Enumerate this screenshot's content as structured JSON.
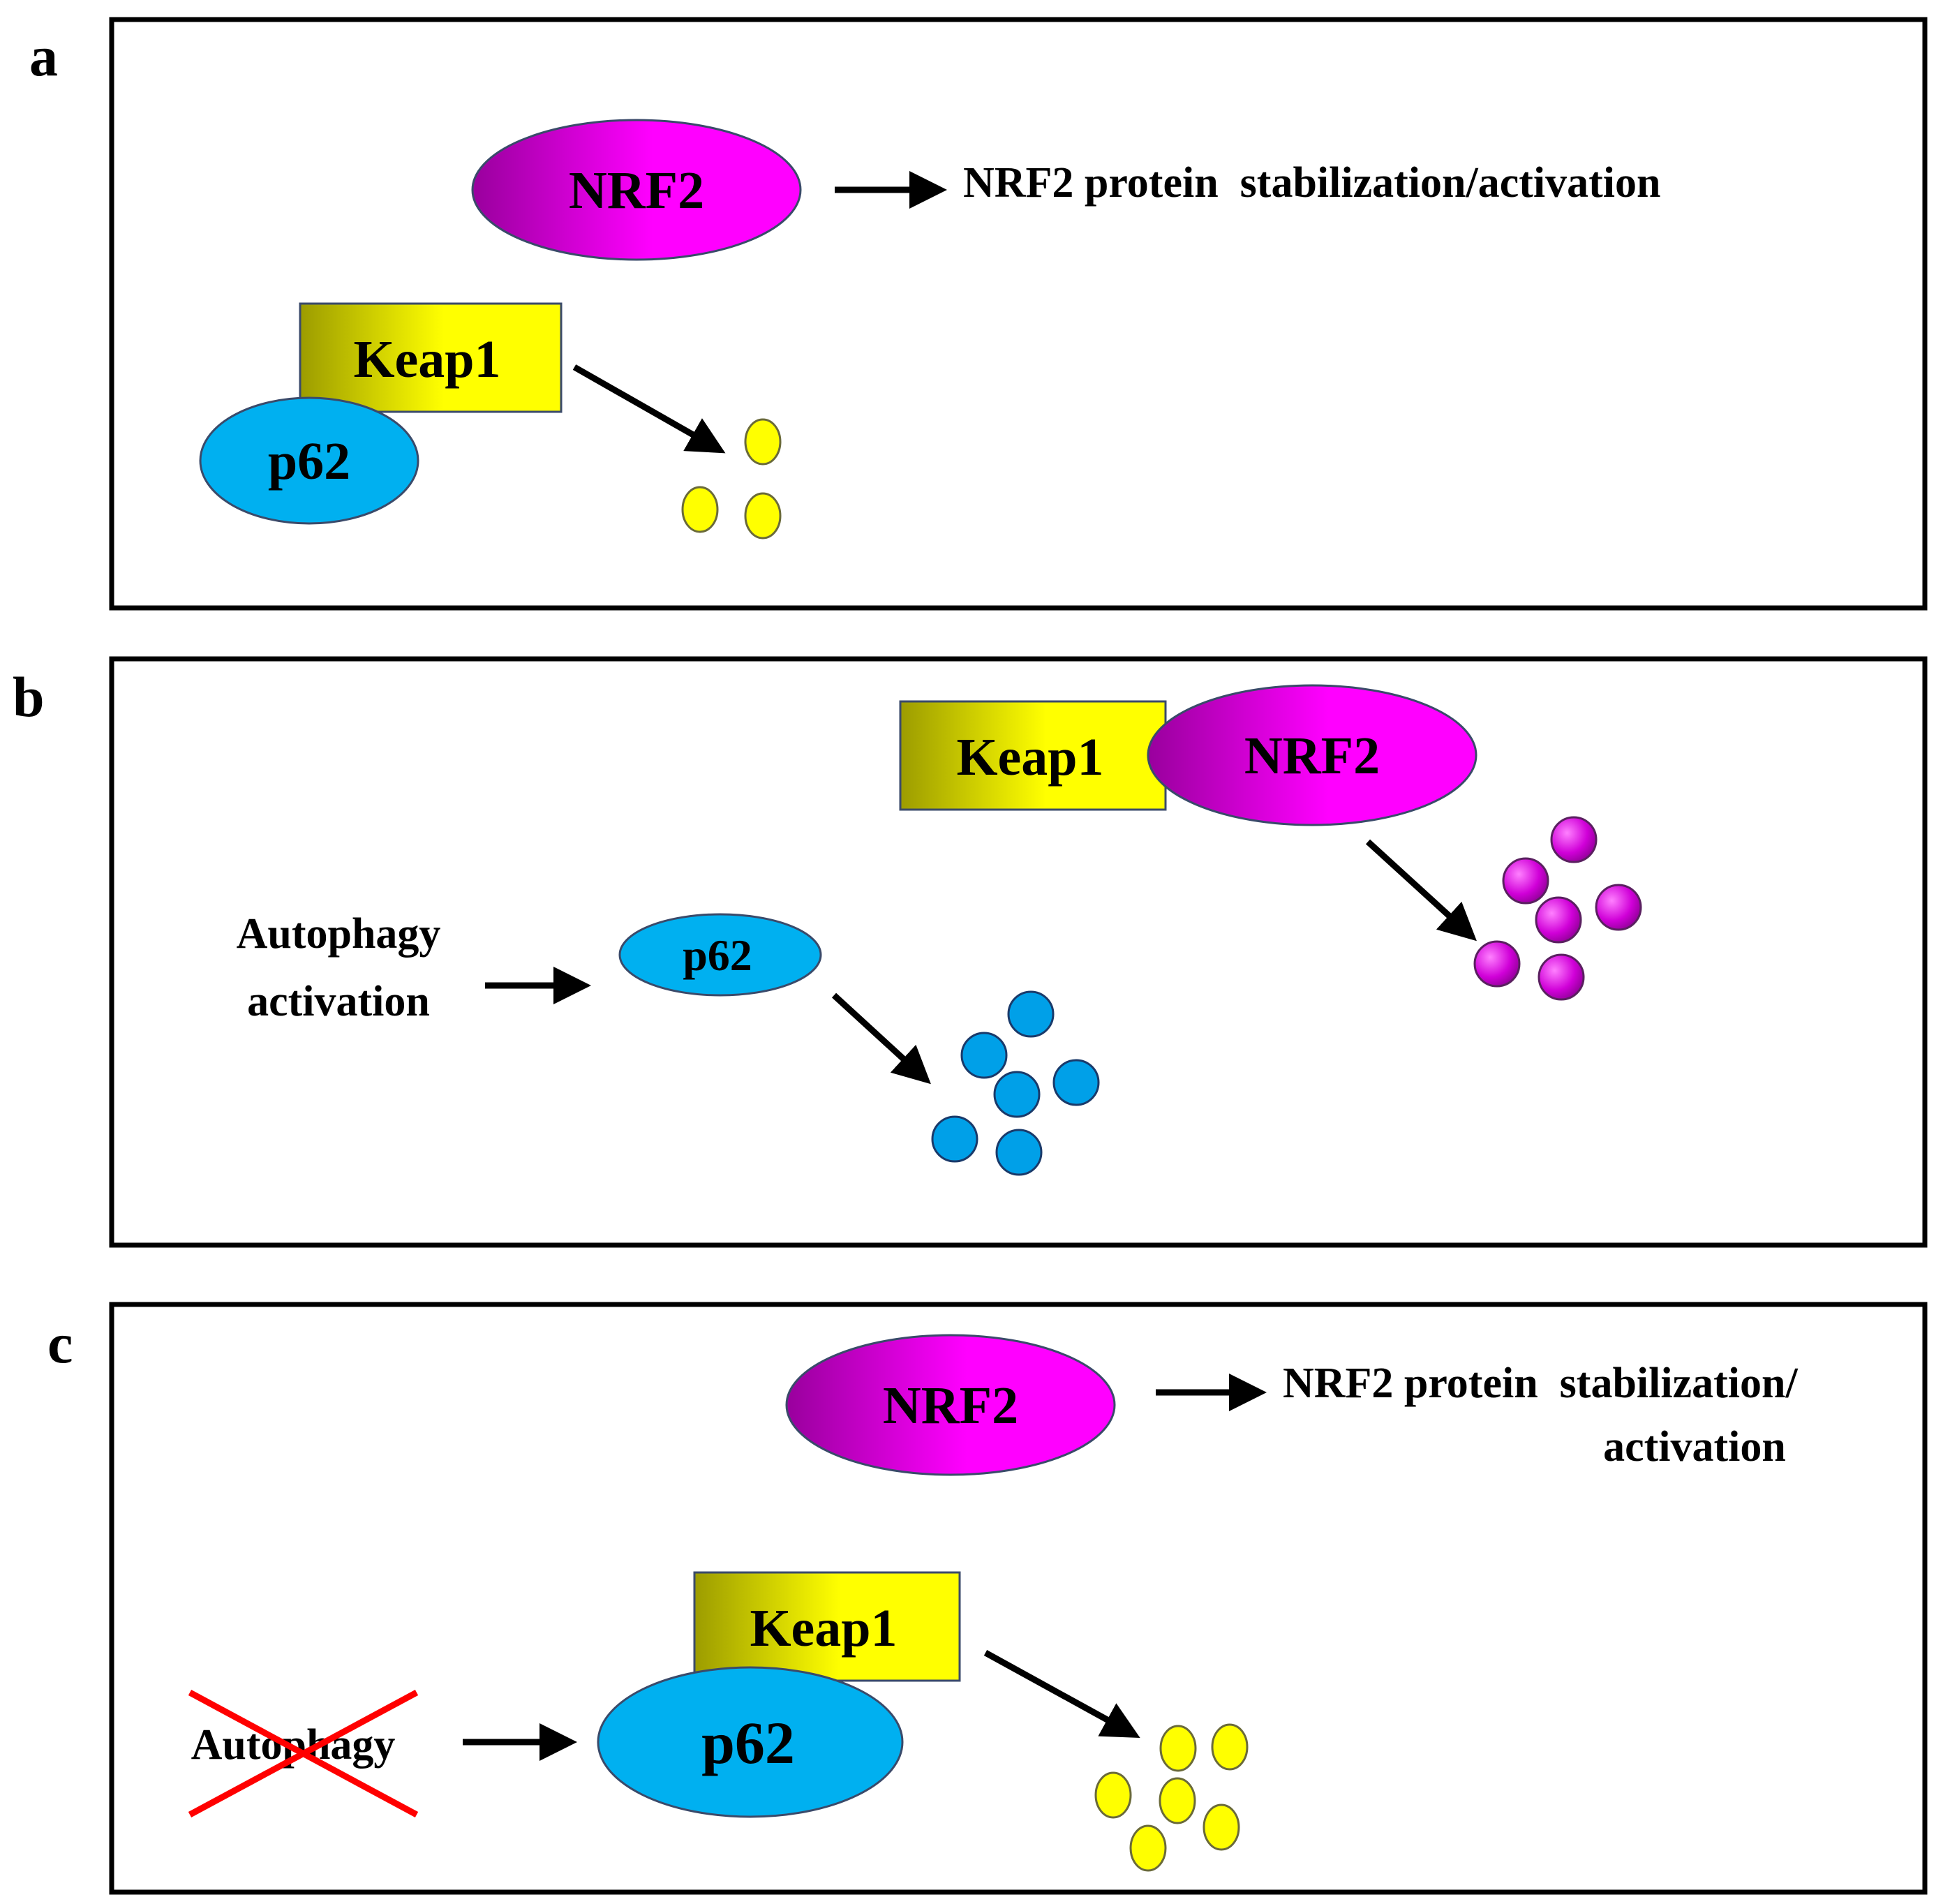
{
  "panels": [
    {
      "letter": "a",
      "nrf2": "NRF2",
      "keap1": "Keap1",
      "p62": "p62",
      "outcome": "NRF2 protein  stabilization/activation"
    },
    {
      "letter": "b",
      "keap1": "Keap1",
      "nrf2": "NRF2",
      "p62": "p62",
      "autophagy_line1": "Autophagy",
      "autophagy_line2": "activation"
    },
    {
      "letter": "c",
      "nrf2": "NRF2",
      "outcome_line1": "NRF2 protein  stabilization/",
      "outcome_line2": "activation",
      "keap1": "Keap1",
      "p62": "p62",
      "autophagy": "Autophagy"
    }
  ],
  "colors": {
    "nrf2_dark": "#99009d",
    "nrf2_light": "#ff00ff",
    "keap1_dark": "#9c9c00",
    "keap1_light": "#ffff00",
    "p62": "#00b0f0",
    "degraded_keap1": "#ffff00",
    "degraded_p62": "#00a0e8",
    "degraded_nrf2": "#d000d8",
    "cross": "#ff0000"
  },
  "icons": [
    "right-arrow-icon",
    "diagonal-arrow-icon",
    "red-cross-icon"
  ]
}
